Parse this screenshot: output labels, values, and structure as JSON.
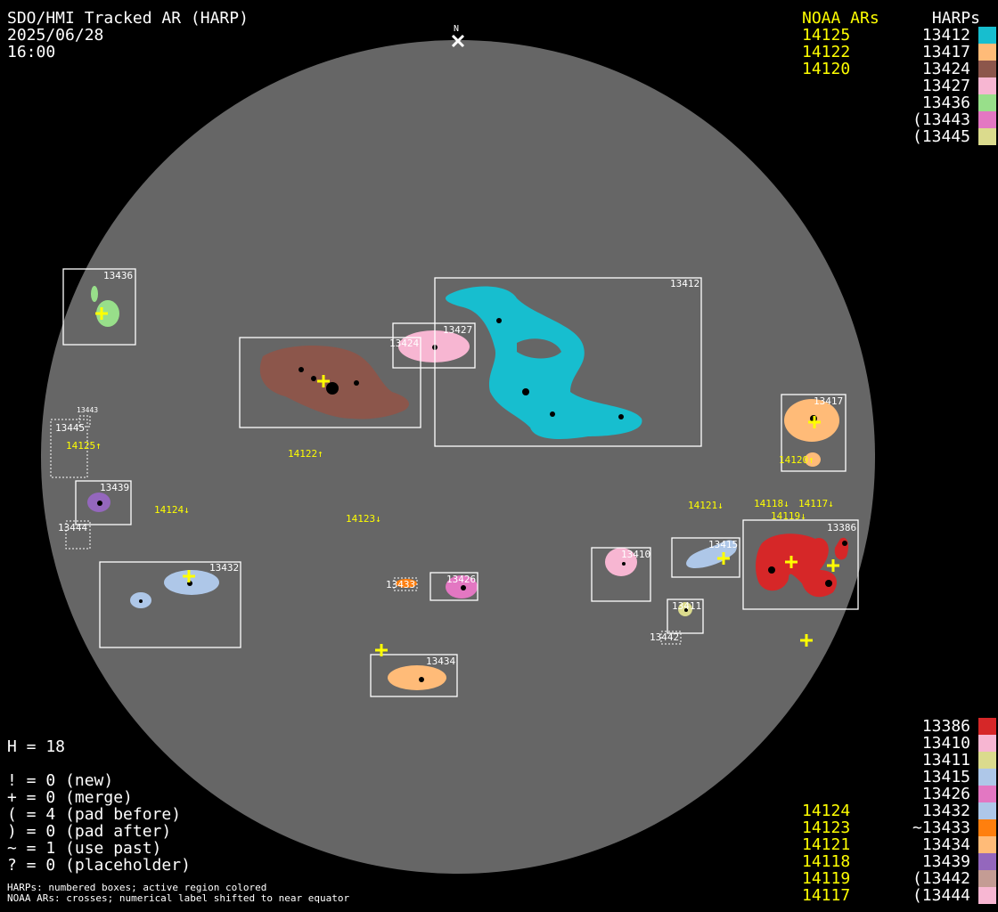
{
  "header": {
    "title": "SDO/HMI Tracked AR (HARP)",
    "date": "2025/06/28",
    "time": "16:00"
  },
  "north_label": "N",
  "colors": {
    "disk": "#666666",
    "noaa": "#ffff00",
    "box": "#ffffff"
  },
  "legend_top": {
    "noaa_header": "NOAA ARs",
    "harp_header": "HARPs",
    "rows": [
      {
        "noaa": "14125",
        "harp": "13412",
        "color": "#17becf"
      },
      {
        "noaa": "14122",
        "harp": "13417",
        "color": "#ffbb78"
      },
      {
        "noaa": "14120",
        "harp": "13424",
        "color": "#8c564b"
      },
      {
        "noaa": "",
        "harp": "13427",
        "color": "#f7b6d2"
      },
      {
        "noaa": "",
        "harp": "13436",
        "color": "#98df8a"
      },
      {
        "noaa": "",
        "harp": "(13443",
        "color": "#e377c2"
      },
      {
        "noaa": "",
        "harp": "(13445",
        "color": "#dbdb8d"
      }
    ]
  },
  "legend_bottom": {
    "rows": [
      {
        "noaa": "",
        "harp": "13386",
        "color": "#d62728"
      },
      {
        "noaa": "",
        "harp": "13410",
        "color": "#f7b6d2"
      },
      {
        "noaa": "",
        "harp": "13411",
        "color": "#dbdb8d"
      },
      {
        "noaa": "",
        "harp": "13415",
        "color": "#aec7e8"
      },
      {
        "noaa": "",
        "harp": "13426",
        "color": "#e377c2"
      },
      {
        "noaa": "14124",
        "harp": "13432",
        "color": "#aec7e8"
      },
      {
        "noaa": "14123",
        "harp": "~13433",
        "color": "#ff7f0e"
      },
      {
        "noaa": "14121",
        "harp": "13434",
        "color": "#ffbb78"
      },
      {
        "noaa": "14118",
        "harp": "13439",
        "color": "#9467bd"
      },
      {
        "noaa": "14119",
        "harp": "(13442",
        "color": "#c49c94"
      },
      {
        "noaa": "14117",
        "harp": "(13444",
        "color": "#f7b6d2"
      }
    ]
  },
  "stats": {
    "h": "H = 18",
    "new": "! = 0 (new)",
    "merge": "+ = 0 (merge)",
    "pad_before": "( = 4 (pad before)",
    "pad_after": ") = 0 (pad after)",
    "use_past": "~ = 1 (use past)",
    "placeholder": "? = 0 (placeholder)"
  },
  "notes": {
    "line1": "HARPs: numbered boxes; active region colored",
    "line2": "NOAA ARs: crosses; numerical label shifted to near equator"
  },
  "harps": {
    "h13436": "13436",
    "h13412": "13412",
    "h13427": "13427",
    "h13424": "13424",
    "h13417": "13417",
    "h13445": "13445",
    "h13443": "13443",
    "h13439": "13439",
    "h13444": "13444",
    "h13432": "13432",
    "h13433": "13433",
    "h13426": "13426",
    "h13410": "13410",
    "h13415": "13415",
    "h13386": "13386",
    "h13411": "13411",
    "h13442": "13442",
    "h13434": "13434"
  },
  "noaa_labels": {
    "a14125": "14125↑",
    "a14122": "14122↑",
    "a14124": "14124↓",
    "a14123": "14123↓",
    "a14120": "14120↑",
    "a14121": "14121↓",
    "a14118": "14118↓",
    "a14117": "14117↓",
    "a14119": "14119↓"
  }
}
